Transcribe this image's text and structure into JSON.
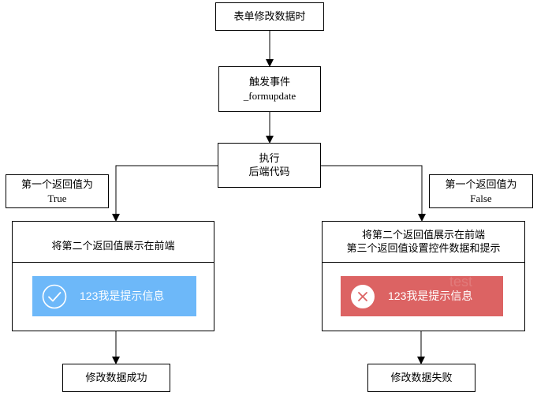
{
  "colors": {
    "line": "#000000",
    "success_toast_bg": "#6db8f9",
    "error_toast_bg": "#dc6363",
    "toast_text": "#ffffff"
  },
  "nodes": {
    "start": "表单修改数据时",
    "trigger_line1": "触发事件",
    "trigger_line2": "_formupdate",
    "exec_line1": "执行",
    "exec_line2": "后端代码",
    "success": "修改数据成功",
    "fail": "修改数据失败"
  },
  "notes": {
    "true_line1": "第一个返回值为",
    "true_line2": "True",
    "false_line1": "第一个返回值为",
    "false_line2": "False"
  },
  "panels": {
    "left_title": "将第二个返回值展示在前端",
    "right_title_line1": "将第二个返回值展示在前端",
    "right_title_line2": "第三个返回值设置控件数据和提示"
  },
  "toasts": {
    "success_text": "123我是提示信息",
    "success_icon": "check-circle-icon",
    "error_text": "123我是提示信息",
    "error_icon": "close-circle-icon",
    "error_watermark": "test"
  }
}
